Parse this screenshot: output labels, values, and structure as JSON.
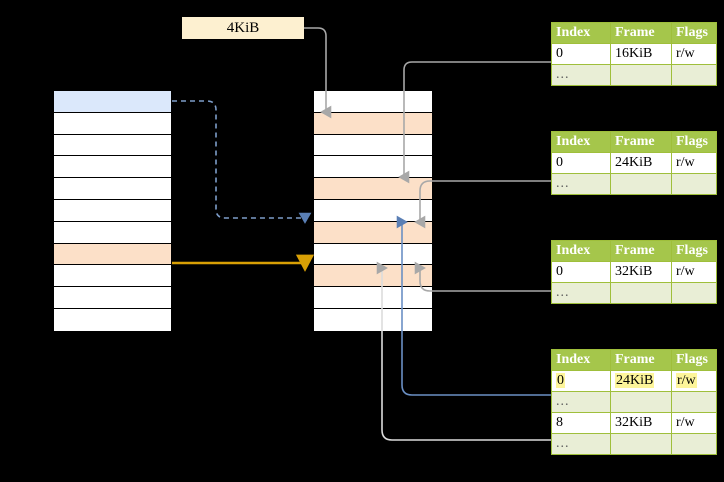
{
  "diagram": {
    "title": "multi-level page table translation",
    "colors": {
      "table_header_bg": "#a5c64b",
      "table_border": "#9fbf3b",
      "ellipsis_row_bg": "#e9eed6",
      "highlight_yellow": "#fdf59a",
      "cell_blue": "#dbe8fb",
      "cell_peach": "#fce0c8",
      "label_bg": "#fdf0d0",
      "arrow_orange": "#d9a005",
      "arrow_blue": "#6a8fc4",
      "arrow_gray": "#9e9e9e",
      "background": "#000000"
    }
  },
  "size_label": {
    "text": "4KiB"
  },
  "left_column": {
    "name": "virtual-address-space",
    "rows": [
      {
        "fill": "blue",
        "text": ""
      },
      {
        "fill": "white",
        "text": ""
      },
      {
        "fill": "white",
        "text": ""
      },
      {
        "fill": "white",
        "text": ""
      },
      {
        "fill": "white",
        "text": ""
      },
      {
        "fill": "white",
        "text": ""
      },
      {
        "fill": "white",
        "text": ""
      },
      {
        "fill": "peach",
        "text": ""
      },
      {
        "fill": "white",
        "text": ""
      },
      {
        "fill": "white",
        "text": ""
      },
      {
        "fill": "white",
        "text": ""
      }
    ]
  },
  "middle_column": {
    "name": "physical-memory",
    "rows": [
      {
        "fill": "white",
        "text": ""
      },
      {
        "fill": "peach",
        "text": ""
      },
      {
        "fill": "white",
        "text": ""
      },
      {
        "fill": "white",
        "text": ""
      },
      {
        "fill": "peach",
        "text": ""
      },
      {
        "fill": "white",
        "text": ""
      },
      {
        "fill": "peach",
        "text": ""
      },
      {
        "fill": "white",
        "text": ""
      },
      {
        "fill": "peach",
        "text": ""
      },
      {
        "fill": "white",
        "text": ""
      },
      {
        "fill": "white",
        "text": ""
      }
    ]
  },
  "page_tables": [
    {
      "name": "page-table-1",
      "headers": [
        "Index",
        "Frame",
        "Flags"
      ],
      "rows": [
        {
          "type": "data",
          "cells": [
            "0",
            "16KiB",
            "r/w"
          ],
          "highlight": [
            false,
            false,
            false
          ]
        },
        {
          "type": "ellipsis",
          "cells": [
            "...",
            "",
            ""
          ],
          "highlight": [
            false,
            false,
            false
          ]
        }
      ]
    },
    {
      "name": "page-table-2",
      "headers": [
        "Index",
        "Frame",
        "Flags"
      ],
      "rows": [
        {
          "type": "data",
          "cells": [
            "0",
            "24KiB",
            "r/w"
          ],
          "highlight": [
            false,
            false,
            false
          ]
        },
        {
          "type": "ellipsis",
          "cells": [
            "...",
            "",
            ""
          ],
          "highlight": [
            false,
            false,
            false
          ]
        }
      ]
    },
    {
      "name": "page-table-3",
      "headers": [
        "Index",
        "Frame",
        "Flags"
      ],
      "rows": [
        {
          "type": "data",
          "cells": [
            "0",
            "32KiB",
            "r/w"
          ],
          "highlight": [
            false,
            false,
            false
          ]
        },
        {
          "type": "ellipsis",
          "cells": [
            "...",
            "",
            ""
          ],
          "highlight": [
            false,
            false,
            false
          ]
        }
      ]
    },
    {
      "name": "page-table-4",
      "headers": [
        "Index",
        "Frame",
        "Flags"
      ],
      "rows": [
        {
          "type": "data",
          "cells": [
            "0",
            "24KiB",
            "r/w"
          ],
          "highlight": [
            true,
            true,
            true
          ]
        },
        {
          "type": "ellipsis",
          "cells": [
            "...",
            "",
            ""
          ],
          "highlight": [
            false,
            false,
            false
          ]
        },
        {
          "type": "data",
          "cells": [
            "8",
            "32KiB",
            "r/w"
          ],
          "highlight": [
            false,
            false,
            false
          ]
        },
        {
          "type": "ellipsis",
          "cells": [
            "...",
            "",
            ""
          ],
          "highlight": [
            false,
            false,
            false
          ]
        }
      ]
    }
  ]
}
